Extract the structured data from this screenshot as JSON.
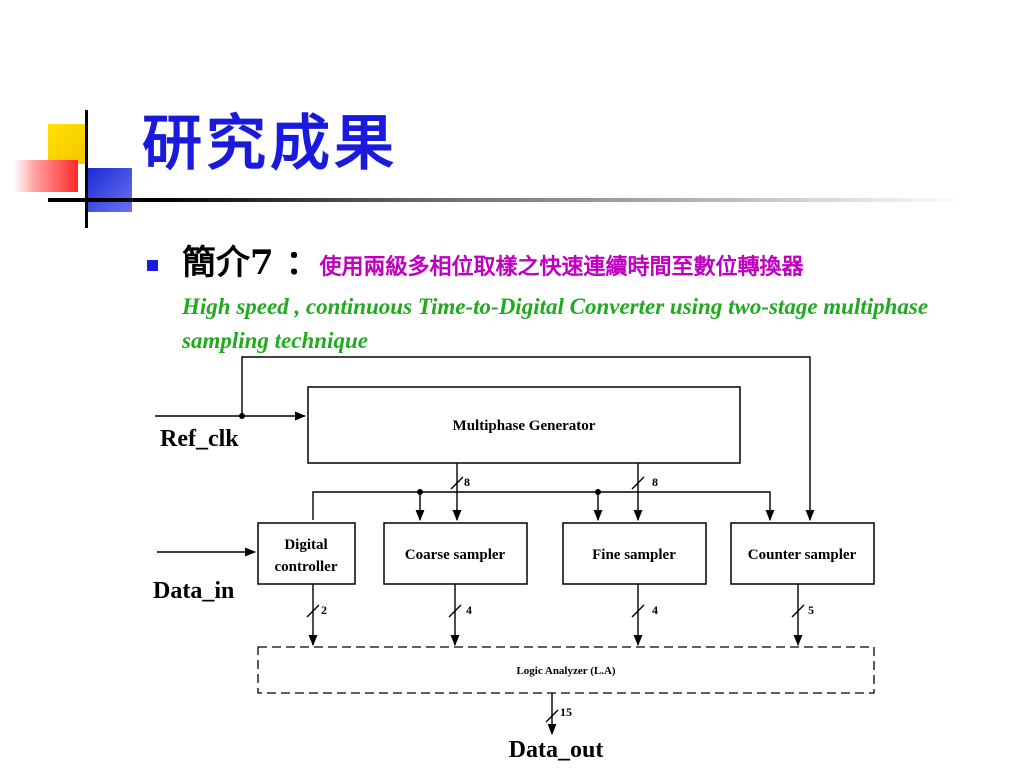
{
  "title": "研究成果",
  "bullet": {
    "label": "簡介7 ：",
    "chinese": "使用兩級多相位取樣之快速連續時間至數位轉換器",
    "english": "High speed , continuous Time-to-Digital Converter  using  two-stage multiphase sampling technique"
  },
  "diagram": {
    "inputs": {
      "ref_clk": "Ref_clk",
      "data_in": "Data_in"
    },
    "output": "Data_out",
    "blocks": {
      "multiphase_generator": "Multiphase Generator",
      "digital_controller": [
        "Digital",
        "controller"
      ],
      "coarse_sampler": "Coarse sampler",
      "fine_sampler": "Fine sampler",
      "counter_sampler": "Counter sampler",
      "logic_analyzer": "Logic Analyzer (L.A)"
    },
    "bus_widths": {
      "generator_to_coarse": "8",
      "generator_to_fine": "8",
      "controller_out": "2",
      "coarse_out": "4",
      "fine_out": "4",
      "counter_out": "5",
      "analyzer_out": "15"
    }
  },
  "colors": {
    "title": "#1a1adc",
    "bullet_cn": "#c000c0",
    "bullet_en": "#1faa1f",
    "accent_yellow": "#ffe200",
    "accent_blue": "#1a2bd6",
    "accent_red": "#ff2a2a"
  }
}
